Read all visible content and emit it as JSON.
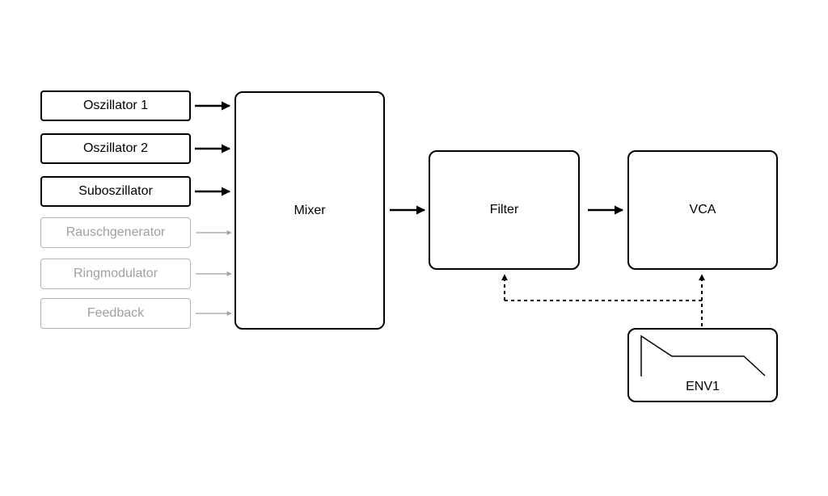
{
  "sources": [
    {
      "label": "Oszillator 1",
      "active": true
    },
    {
      "label": "Oszillator 2",
      "active": true
    },
    {
      "label": "Suboszillator",
      "active": true
    },
    {
      "label": "Rauschgenerator",
      "active": false
    },
    {
      "label": "Ringmodulator",
      "active": false
    },
    {
      "label": "Feedback",
      "active": false
    }
  ],
  "blocks": {
    "mixer": "Mixer",
    "filter": "Filter",
    "vca": "VCA",
    "env": "ENV1"
  },
  "colors": {
    "active_stroke": "#000000",
    "inactive_stroke": "#b3b3b3",
    "inactive_text": "#a0a0a0"
  }
}
